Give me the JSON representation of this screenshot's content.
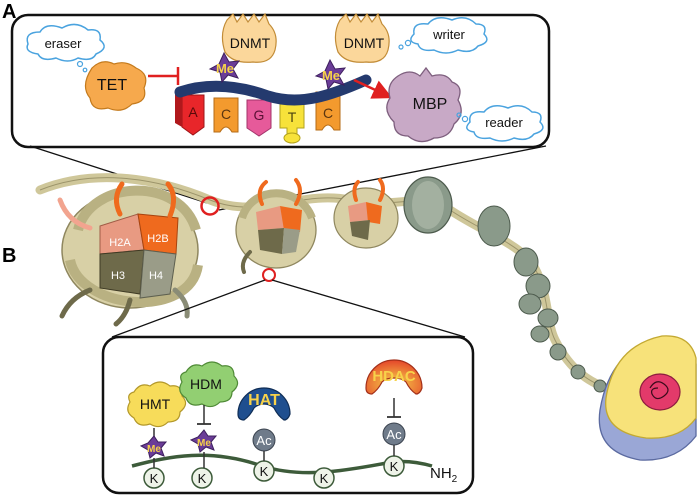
{
  "panel_labels": {
    "a": "A",
    "b": "B"
  },
  "panel_a": {
    "eraser_label": "eraser",
    "writer_label": "writer",
    "reader_label": "reader",
    "tet_label": "TET",
    "dnmt_label_1": "DNMT",
    "dnmt_label_2": "DNMT",
    "mbp_label": "MBP",
    "me_label_1": "Me",
    "me_label_2": "Me",
    "bases": [
      "A",
      "C",
      "G",
      "T",
      "C"
    ]
  },
  "histones": {
    "h2a": "H2A",
    "h2b": "H2B",
    "h3": "H3",
    "h4": "H4"
  },
  "panel_b": {
    "hmt_label": "HMT",
    "hdm_label": "HDM",
    "hat_label": "HAT",
    "hdac_label": "HDAC",
    "me_label_1": "Me",
    "me_label_2": "Me",
    "ac_label_1": "Ac",
    "ac_label_2": "Ac",
    "lysine_label": "K",
    "nh2_label": "NH",
    "nh2_sub": "2"
  },
  "colors": {
    "tet": "#f6a94d",
    "dnmt": "#fbd79b",
    "mbp": "#c8a9c6",
    "me_star": "#6a3c97",
    "me_text": "#f7d24a",
    "hmt": "#f7dc5a",
    "hdm": "#92cf72",
    "hat": "#1f4f8f",
    "hdac": "#e4562a",
    "ac": "#6f7b8a",
    "dna_backbone": "#243a6e",
    "chromatin": "#cfc79a",
    "histone_orange": "#ef6a1e"
  }
}
